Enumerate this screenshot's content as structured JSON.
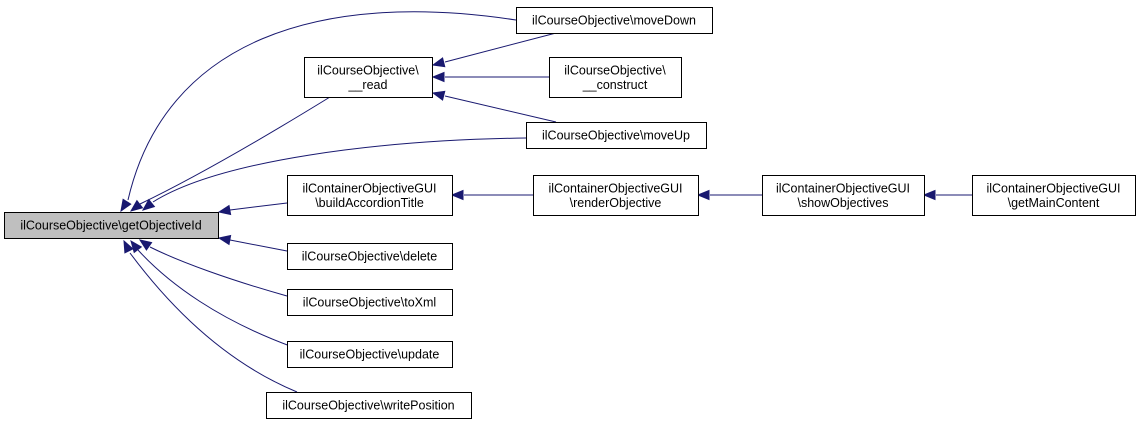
{
  "colors": {
    "edge": "#191970",
    "focus_fill": "#bfbfbf",
    "node_fill": "#ffffff",
    "border": "#000000"
  },
  "nodes": [
    {
      "id": "getObjectiveId",
      "lines": [
        "ilCourseObjective\\getObjectiveId"
      ],
      "focus": true
    },
    {
      "id": "moveDown",
      "lines": [
        "ilCourseObjective\\moveDown"
      ]
    },
    {
      "id": "read",
      "lines": [
        "ilCourseObjective\\",
        "__read"
      ]
    },
    {
      "id": "construct",
      "lines": [
        "ilCourseObjective\\",
        "__construct"
      ]
    },
    {
      "id": "moveUp",
      "lines": [
        "ilCourseObjective\\moveUp"
      ]
    },
    {
      "id": "buildAccordionTitle",
      "lines": [
        "ilContainerObjectiveGUI",
        "\\buildAccordionTitle"
      ]
    },
    {
      "id": "renderObjective",
      "lines": [
        "ilContainerObjectiveGUI",
        "\\renderObjective"
      ]
    },
    {
      "id": "showObjectives",
      "lines": [
        "ilContainerObjectiveGUI",
        "\\showObjectives"
      ]
    },
    {
      "id": "getMainContent",
      "lines": [
        "ilContainerObjectiveGUI",
        "\\getMainContent"
      ]
    },
    {
      "id": "delete",
      "lines": [
        "ilCourseObjective\\delete"
      ]
    },
    {
      "id": "toXml",
      "lines": [
        "ilCourseObjective\\toXml"
      ]
    },
    {
      "id": "update",
      "lines": [
        "ilCourseObjective\\update"
      ]
    },
    {
      "id": "writePosition",
      "lines": [
        "ilCourseObjective\\writePosition"
      ]
    }
  ],
  "edges": [
    {
      "from": "moveDown",
      "to": "getObjectiveId"
    },
    {
      "from": "read",
      "to": "getObjectiveId"
    },
    {
      "from": "moveUp",
      "to": "getObjectiveId"
    },
    {
      "from": "buildAccordionTitle",
      "to": "getObjectiveId"
    },
    {
      "from": "delete",
      "to": "getObjectiveId"
    },
    {
      "from": "toXml",
      "to": "getObjectiveId"
    },
    {
      "from": "update",
      "to": "getObjectiveId"
    },
    {
      "from": "writePosition",
      "to": "getObjectiveId"
    },
    {
      "from": "moveDown",
      "to": "read"
    },
    {
      "from": "construct",
      "to": "read"
    },
    {
      "from": "moveUp",
      "to": "read"
    },
    {
      "from": "renderObjective",
      "to": "buildAccordionTitle"
    },
    {
      "from": "showObjectives",
      "to": "renderObjective"
    },
    {
      "from": "getMainContent",
      "to": "showObjectives"
    }
  ]
}
